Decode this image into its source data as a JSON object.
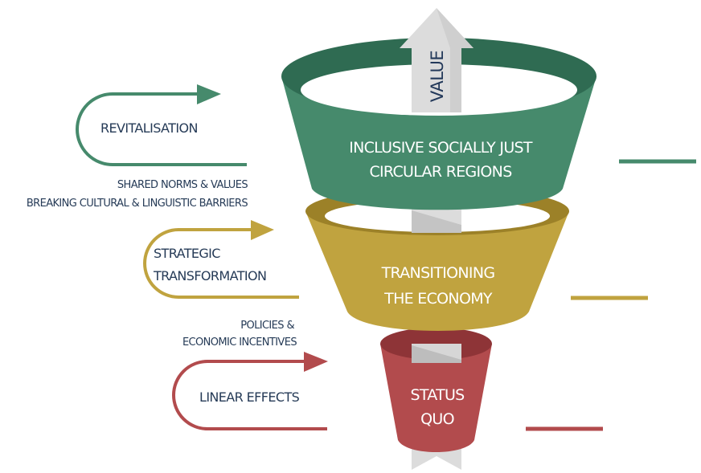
{
  "colors": {
    "green": "#468a6c",
    "green_dark": "#2f6b52",
    "gold": "#c0a33f",
    "gold_dark": "#9c8128",
    "red": "#b24b4d",
    "red_dark": "#8e3437",
    "arrow": "#dcdcdc",
    "navy": "#263b57"
  },
  "arrow_label": "VALUE",
  "funnel": {
    "top": {
      "line1": "INCLUSIVE SOCIALLY JUST",
      "line2": "CIRCULAR REGIONS"
    },
    "middle": {
      "line1": "TRANSITIONING",
      "line2": "THE ECONOMY"
    },
    "bottom": {
      "line1": "STATUS",
      "line2": "QUO"
    }
  },
  "drivers": {
    "top": "REVITALISATION",
    "middle": {
      "line1": "STRATEGIC",
      "line2": "TRANSFORMATION"
    },
    "bottom": "LINEAR EFFECTS"
  },
  "connectors": {
    "upper": {
      "line1": "SHARED NORMS & VALUES",
      "line2": "BREAKING CULTURAL & LINGUISTIC BARRIERS"
    },
    "lower": {
      "line1": "POLICIES &",
      "line2": "ECONOMIC INCENTIVES"
    }
  }
}
